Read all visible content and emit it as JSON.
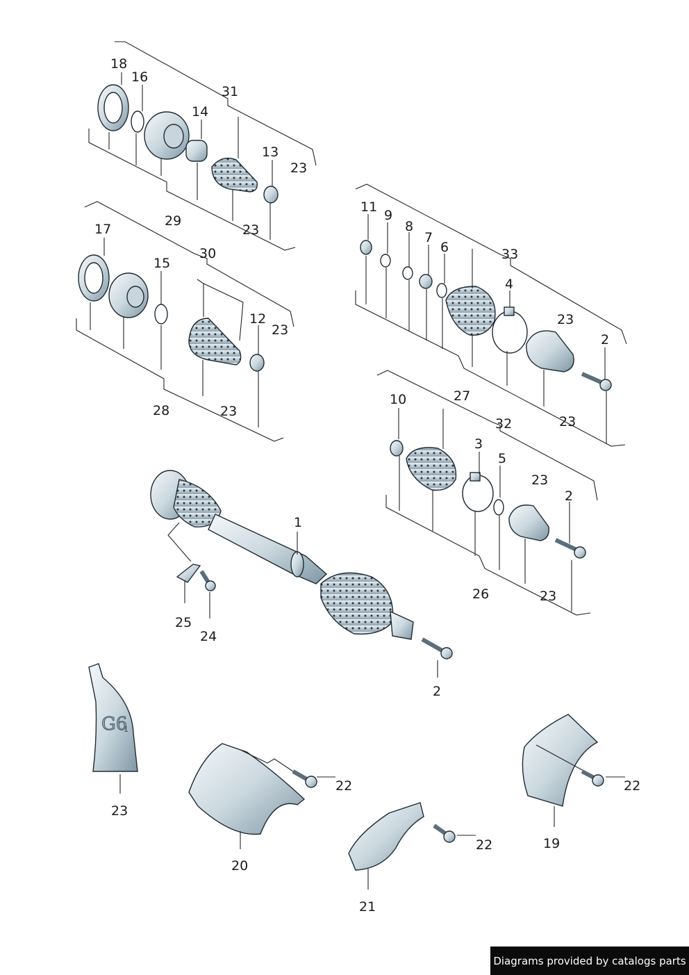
{
  "labels": {
    "l18": "18",
    "l16": "16",
    "l31": "31",
    "l14": "14",
    "l13": "13",
    "l23a": "23",
    "l29": "29",
    "l23b": "23",
    "l17": "17",
    "l15": "15",
    "l30": "30",
    "l12": "12",
    "l23c": "23",
    "l28": "28",
    "l23d": "23",
    "l11": "11",
    "l9": "9",
    "l8": "8",
    "l7": "7",
    "l6": "6",
    "l33": "33",
    "l4": "4",
    "l23e": "23",
    "l2a": "2",
    "l27": "27",
    "l23f": "23",
    "l10": "10",
    "l32": "32",
    "l3": "3",
    "l5": "5",
    "l23g": "23",
    "l2b": "2",
    "l26": "26",
    "l23h": "23",
    "l1": "1",
    "l25": "25",
    "l24": "24",
    "l2c": "2",
    "l23i": "23",
    "l20": "20",
    "l22a": "22",
    "l21": "21",
    "l22b": "22",
    "l19": "19",
    "l22c": "22"
  },
  "tube_text": "G6",
  "tube_sub": "1",
  "credit": "Diagrams provided by catalogs parts",
  "colors": {
    "part_fill": "#dfe8ec",
    "part_shade": "#9fb3bf",
    "part_dark": "#6f8796",
    "line": "#222222",
    "credit_bg": "#0b0b0b"
  }
}
